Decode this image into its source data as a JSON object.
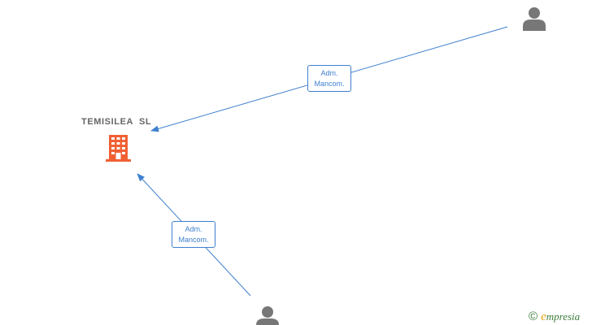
{
  "company": {
    "name": "TEMISILEA  SL",
    "icon": "building-icon",
    "color": "#f06033"
  },
  "persons": [
    {
      "icon": "person-icon",
      "color": "#777777"
    },
    {
      "icon": "person-icon",
      "color": "#777777"
    }
  ],
  "relations": [
    {
      "from": "person-top-right",
      "to": "company",
      "line1": "Adm.",
      "line2": "Mancom."
    },
    {
      "from": "person-bottom",
      "to": "company",
      "line1": "Adm.",
      "line2": "Mancom."
    }
  ],
  "edge_color": "#3f7fcf",
  "watermark": {
    "symbol": "©",
    "brand_initial": "e",
    "brand_rest": "mpresia"
  }
}
